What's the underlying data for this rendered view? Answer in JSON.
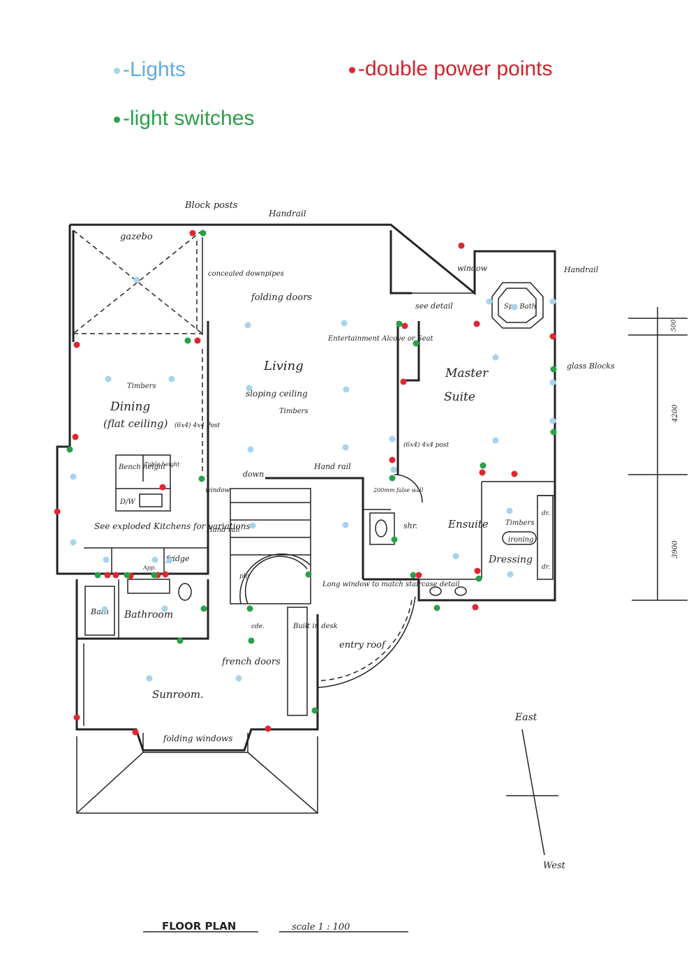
{
  "legend": {
    "lights": {
      "label": "-Lights",
      "color": "#5aaee0",
      "dot": "#a6d4ec"
    },
    "power": {
      "label": "-double power points",
      "color": "#d4202a",
      "dot": "#e0262e"
    },
    "switches": {
      "label": "-light switches",
      "color": "#2aa048",
      "dot": "#2aa048"
    }
  },
  "labels": {
    "block_posts": "Block posts",
    "handrail_top": "Handrail",
    "gazebo": "gazebo",
    "concealed": "concealed downpipes",
    "folding_doors": "folding doors",
    "window": "window",
    "see_detail": "see detail",
    "spa": "Spa Bath",
    "handrail_right": "Handrail",
    "entertainment": "Entertainment Alcove or Seat",
    "living": "Living",
    "sloping": "sloping ceiling",
    "timbers_living": "Timbers",
    "master": "Master",
    "suite": "Suite",
    "glass_blocks": "glass Blocks",
    "timbers_dining": "Timbers",
    "dining": "Dining",
    "flat_ceiling": "(flat ceiling)",
    "post_left": "(6x4) 4x4 Post",
    "post_right": "(6x4) 4x4 post",
    "bench": "Bench height",
    "table": "Table height",
    "dw": "D/W",
    "handrail_mid": "Hand rail",
    "down": "down",
    "false_wall": "200mm false wall",
    "shr": "shr.",
    "ensuite": "Ensuite",
    "timbers_ensuite": "Timbers",
    "ironing": "ironing",
    "dressing": "Dressing",
    "dr1": "dr.",
    "dr2": "dr.",
    "exploded": "See exploded Kitchens for variations",
    "app": "App.",
    "fridge": "fridge",
    "window_side": "window",
    "handrail_stair": "Hand rail",
    "plg": "plg",
    "long_window": "Long window to match staircase detail",
    "bath": "Bath",
    "bathroom": "Bathroom",
    "cde": "cde.",
    "built_in": "Built in desk",
    "entry_roof": "entry roof",
    "french_doors": "french doors",
    "sunroom": "Sunroom.",
    "folding_windows": "folding windows",
    "east": "East",
    "west": "West",
    "dim_500": "500",
    "dim_4200": "4200",
    "dim_3900": "3900",
    "title": "FLOOR PLAN",
    "scale": "scale   1 : 100"
  },
  "markers": {
    "lights": [
      [
        196,
        401
      ],
      [
        355,
        466
      ],
      [
        493,
        463
      ],
      [
        155,
        543
      ],
      [
        246,
        543
      ],
      [
        357,
        556
      ],
      [
        496,
        558
      ],
      [
        359,
        644
      ],
      [
        495,
        641
      ],
      [
        105,
        683
      ],
      [
        105,
        777
      ],
      [
        152,
        802
      ],
      [
        362,
        753
      ],
      [
        495,
        752
      ],
      [
        562,
        629
      ],
      [
        564,
        673
      ],
      [
        701,
        432
      ],
      [
        737,
        440
      ],
      [
        710,
        512
      ],
      [
        792,
        432
      ],
      [
        792,
        548
      ],
      [
        792,
        603
      ],
      [
        710,
        631
      ],
      [
        730,
        732
      ],
      [
        653,
        797
      ],
      [
        731,
        823
      ],
      [
        222,
        802
      ],
      [
        243,
        803
      ],
      [
        150,
        873
      ],
      [
        236,
        872
      ],
      [
        214,
        972
      ],
      [
        342,
        972
      ]
    ],
    "power": [
      [
        661,
        352
      ],
      [
        276,
        334
      ],
      [
        110,
        494
      ],
      [
        283,
        488
      ],
      [
        580,
        467
      ],
      [
        683,
        464
      ],
      [
        792,
        482
      ],
      [
        578,
        547
      ],
      [
        108,
        626
      ],
      [
        233,
        698
      ],
      [
        562,
        659
      ],
      [
        691,
        677
      ],
      [
        737,
        679
      ],
      [
        82,
        733
      ],
      [
        154,
        824
      ],
      [
        166,
        824
      ],
      [
        226,
        824
      ],
      [
        237,
        823
      ],
      [
        187,
        825
      ],
      [
        684,
        818
      ],
      [
        600,
        824
      ],
      [
        681,
        870
      ],
      [
        110,
        1028
      ],
      [
        194,
        1049
      ],
      [
        384,
        1044
      ]
    ],
    "switches": [
      [
        291,
        334
      ],
      [
        269,
        488
      ],
      [
        572,
        464
      ],
      [
        596,
        492
      ],
      [
        793,
        529
      ],
      [
        793,
        619
      ],
      [
        100,
        644
      ],
      [
        289,
        686
      ],
      [
        692,
        667
      ],
      [
        562,
        685
      ],
      [
        565,
        773
      ],
      [
        442,
        823
      ],
      [
        592,
        824
      ],
      [
        686,
        829
      ],
      [
        140,
        824
      ],
      [
        182,
        824
      ],
      [
        221,
        824
      ],
      [
        292,
        872
      ],
      [
        626,
        871
      ],
      [
        358,
        872
      ],
      [
        258,
        918
      ],
      [
        360,
        918
      ],
      [
        451,
        1018
      ]
    ]
  }
}
